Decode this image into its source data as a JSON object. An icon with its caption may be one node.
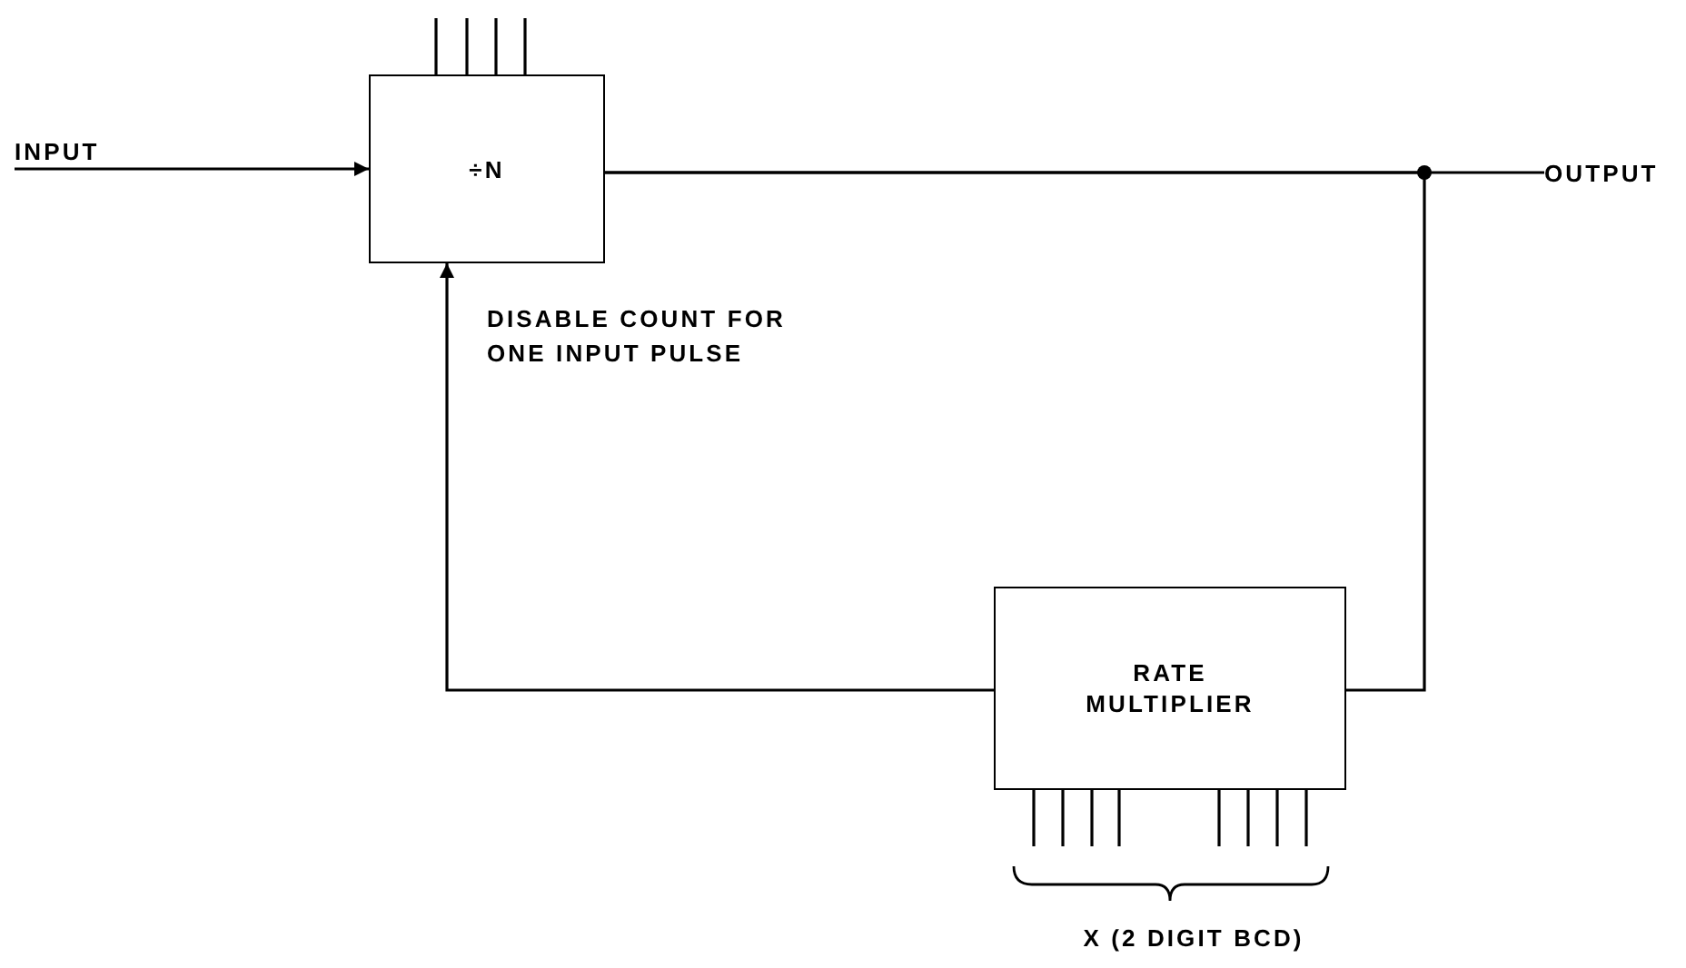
{
  "diagram": {
    "nodes": [
      {
        "text": [
          "INPUT"
        ]
      },
      {
        "text": [
          "÷N"
        ]
      },
      {
        "text": [
          "OUTPUT"
        ]
      },
      {
        "text": [
          "RATE MULTIPLIER"
        ]
      }
    ],
    "edges": [
      {
        "from": 0,
        "to": 1,
        "arrow": "to"
      },
      {
        "from": 1,
        "to": 2,
        "arrow": "none"
      },
      {
        "from": 1,
        "to": 3,
        "arrow": "none"
      },
      {
        "from": 3,
        "to": 1,
        "arrow": "to",
        "label": "DISABLE COUNT FOR ONE INPUT PULSE"
      }
    ],
    "labels": [
      "X (2 DIGIT BCD)"
    ]
  }
}
